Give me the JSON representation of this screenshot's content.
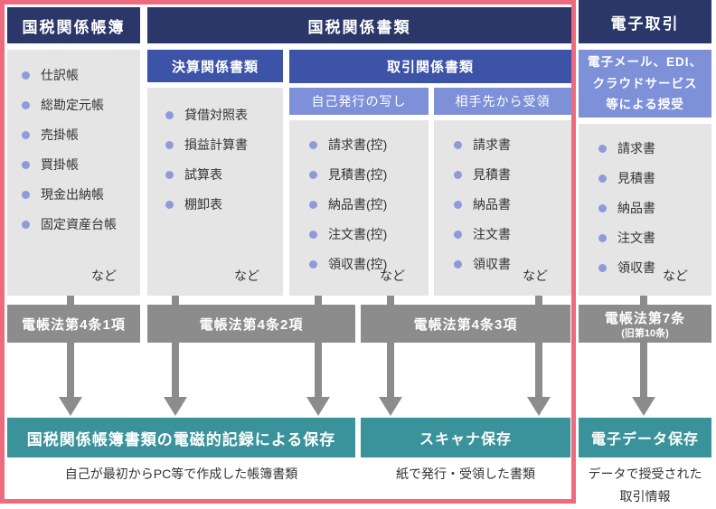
{
  "colors": {
    "navy": "#2b3768",
    "medium_blue": "#3d53a8",
    "light_blue": "#7d90d8",
    "list_gray": "#e5e5e5",
    "bar_gray": "#8c8c8c",
    "teal": "#3a929b",
    "pink_border": "#ef6a7c",
    "bullet": "#8e9ada"
  },
  "columns": {
    "books": {
      "title": "国税関係帳簿",
      "items": [
        "仕訳帳",
        "総勘定元帳",
        "売掛帳",
        "買掛帳",
        "現金出納帳",
        "固定資産台帳"
      ],
      "etc": "など"
    },
    "documents": {
      "title": "国税関係書類",
      "settlement": {
        "title": "決算関係書類",
        "items": [
          "貸借対照表",
          "損益計算書",
          "試算表",
          "棚卸表"
        ],
        "etc": "など"
      },
      "transaction": {
        "title": "取引関係書類",
        "self_issued": {
          "title": "自己発行の写し",
          "items": [
            "請求書(控)",
            "見積書(控)",
            "納品書(控)",
            "注文書(控)",
            "領収書(控)"
          ],
          "etc": "など"
        },
        "received": {
          "title": "相手先から受領",
          "items": [
            "請求書",
            "見積書",
            "納品書",
            "注文書",
            "領収書"
          ],
          "etc": "など"
        }
      }
    },
    "electronic": {
      "title": "電子取引",
      "subtitle": "電子メール、EDI、クラウドサービス等による授受",
      "items": [
        "請求書",
        "見積書",
        "納品書",
        "注文書",
        "領収書"
      ],
      "etc": "など"
    }
  },
  "laws": {
    "article4_1": "電帳法第4条1項",
    "article4_2": "電帳法第4条2項",
    "article4_3": "電帳法第4条3項",
    "article7": "電帳法第7条",
    "article7_sub": "(旧第10条)"
  },
  "storage": {
    "electromagnetic": {
      "label": "国税関係帳簿書類の電磁的記録による保存",
      "caption": "自己が最初からPC等で作成した帳簿書類"
    },
    "scanner": {
      "label": "スキャナ保存",
      "caption": "紙で発行・受領した書類"
    },
    "electronic_data": {
      "label": "電子データ保存",
      "caption_line1": "データで授受された",
      "caption_line2": "取引情報"
    }
  }
}
